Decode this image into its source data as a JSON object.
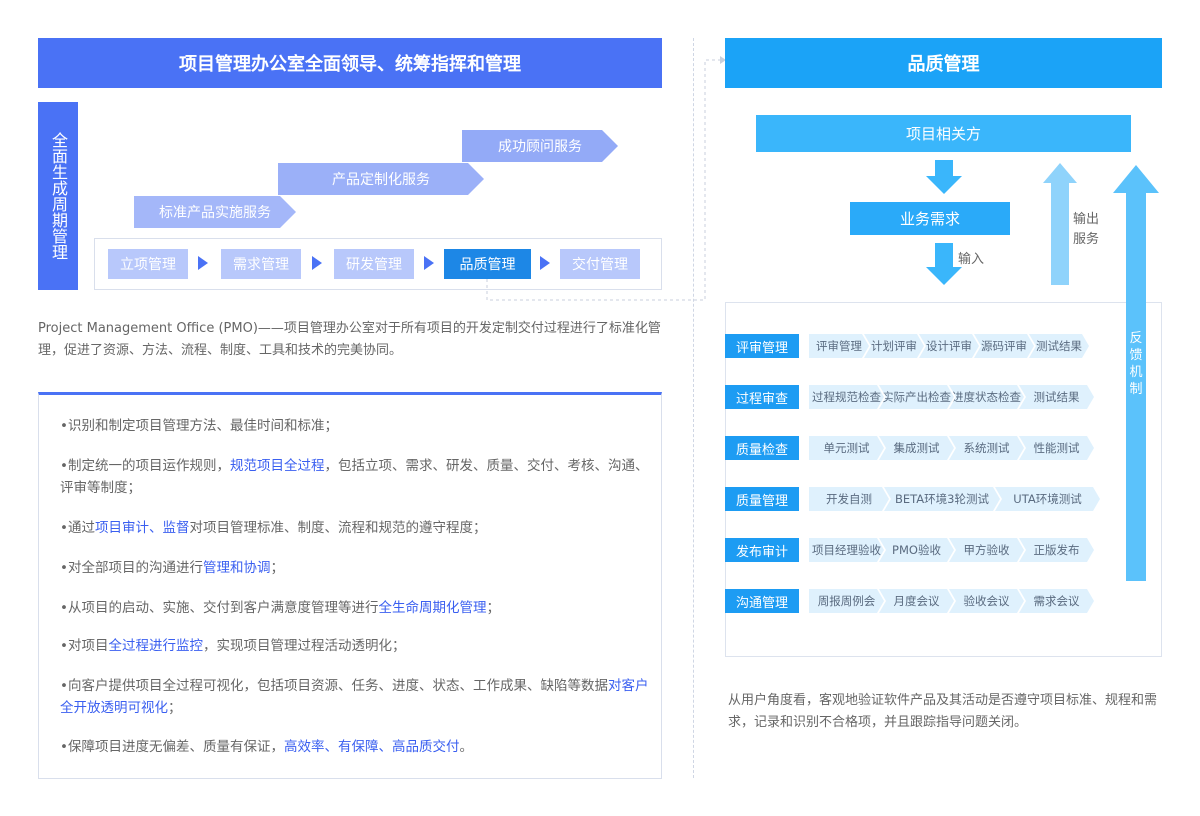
{
  "left": {
    "header": "项目管理办公室全面领导、统筹指挥和管理",
    "lifecycle_label": "全面生成周期管理",
    "services": [
      "标准产品实施服务",
      "产品定制化服务",
      "成功顾问服务"
    ],
    "stages": [
      "立项管理",
      "需求管理",
      "研发管理",
      "品质管理",
      "交付管理"
    ],
    "active_stage": "品质管理",
    "description": "Project Management Office (PMO)——项目管理办公室对于所有项目的开发定制交付过程进行了标准化管理，促进了资源、方法、流程、制度、工具和技术的完美协同。",
    "items": [
      [
        {
          "t": "•识别和制定项目管理方法、最佳时间和标准；"
        }
      ],
      [
        {
          "t": "•制定统一的项目运作规则，"
        },
        {
          "t": "规范项目全过程",
          "h": true
        },
        {
          "t": "，包括立项、需求、研发、质量、交付、考核、沟通、评审等制度；"
        }
      ],
      [
        {
          "t": "•通过"
        },
        {
          "t": "项目审计、监督",
          "h": true
        },
        {
          "t": "对项目管理标准、制度、流程和规范的遵守程度；"
        }
      ],
      [
        {
          "t": "•对全部项目的沟通进行"
        },
        {
          "t": "管理和协调",
          "h": true
        },
        {
          "t": "；"
        }
      ],
      [
        {
          "t": "•从项目的启动、实施、交付到客户满意度管理等进行"
        },
        {
          "t": "全生命周期化管理",
          "h": true
        },
        {
          "t": "；"
        }
      ],
      [
        {
          "t": "•对项目"
        },
        {
          "t": "全过程进行监控",
          "h": true
        },
        {
          "t": "，实现项目管理过程活动透明化；"
        }
      ],
      [
        {
          "t": "•向客户提供项目全过程可视化，包括项目资源、任务、进度、状态、工作成果、缺陷等数据"
        },
        {
          "t": "对客户全开放透明可视化",
          "h": true
        },
        {
          "t": "；"
        }
      ],
      [
        {
          "t": "•保障项目进度无偏差、质量有保证，"
        },
        {
          "t": "高效率、有保障、高品质交付",
          "h": true
        },
        {
          "t": "。"
        }
      ]
    ]
  },
  "right": {
    "header": "品质管理",
    "stakeholder": "项目相关方",
    "business_requirement": "业务需求",
    "input_label": "输入",
    "output_label": "输出服务",
    "feedback_label": "反馈机制",
    "rows": [
      {
        "label": "评审管理",
        "steps": [
          "评审管理",
          "计划评审",
          "设计评审",
          "源码评审",
          "测试结果"
        ]
      },
      {
        "label": "过程审查",
        "steps": [
          "过程规范检查",
          "实际产出检查",
          "进度状态检查",
          "测试结果"
        ]
      },
      {
        "label": "质量检查",
        "steps": [
          "单元测试",
          "集成测试",
          "系统测试",
          "性能测试"
        ]
      },
      {
        "label": "质量管理",
        "steps": [
          "开发自测",
          "BETA环境3轮测试",
          "UTA环境测试"
        ]
      },
      {
        "label": "发布审计",
        "steps": [
          "项目经理验收",
          "PMO验收",
          "甲方验收",
          "正版发布"
        ]
      },
      {
        "label": "沟通管理",
        "steps": [
          "周报周例会",
          "月度会议",
          "验收会议",
          "需求会议"
        ]
      }
    ],
    "note": "从用户角度看，客观地验证软件产品及其活动是否遵守项目标准、规程和需求，记录和识别不合格项，并且跟踪指导问题关闭。"
  },
  "colors": {
    "left_accent": "#4a72f5",
    "right_accent": "#1ba3f7",
    "highlight_text": "#3a5ff0",
    "active_stage": "#1d87e6"
  }
}
